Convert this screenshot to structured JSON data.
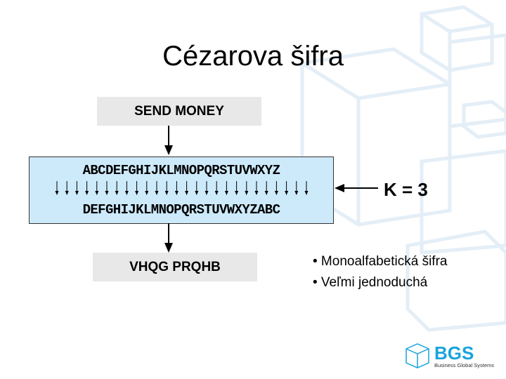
{
  "title": "Cézarova šifra",
  "plaintext": "SEND MONEY",
  "ciphertext": "VHQG PRQHB",
  "alphabet_plain": "ABCDEFGHIJKLMNOPQRSTUVWXYZ",
  "alphabet_cipher": "DEFGHIJKLMNOPQRSTUVWXYZABC",
  "key_label": "K = 3",
  "bullets": [
    "• Monoalfabetická šifra",
    "• Veľmi jednoduchá"
  ],
  "logo": {
    "name": "BGS",
    "tagline": "Business Global Systems",
    "color": "#1aa3dc"
  }
}
